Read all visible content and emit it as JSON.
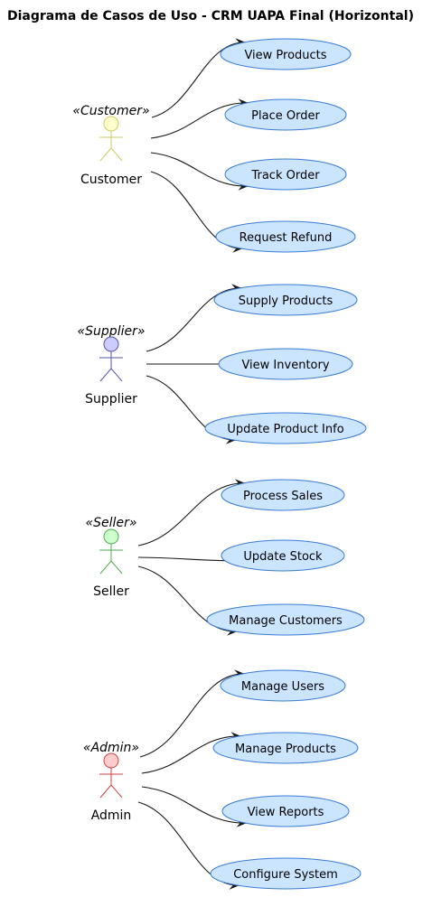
{
  "title": "Diagrama de Casos de Uso - CRM UAPA Final (Horizontal)",
  "actors": [
    {
      "name": "Customer",
      "stereotype": "«Customer»",
      "fill": "#FFFFCC",
      "stroke": "#CCCC66",
      "use_cases": [
        "View Products",
        "Place Order",
        "Track Order",
        "Request Refund"
      ]
    },
    {
      "name": "Supplier",
      "stereotype": "«Supplier»",
      "fill": "#CCCCFF",
      "stroke": "#5555AA",
      "use_cases": [
        "Supply Products",
        "View Inventory",
        "Update Product Info"
      ]
    },
    {
      "name": "Seller",
      "stereotype": "«Seller»",
      "fill": "#CCFFCC",
      "stroke": "#55AA55",
      "use_cases": [
        "Process Sales",
        "Update Stock",
        "Manage Customers"
      ]
    },
    {
      "name": "Admin",
      "stereotype": "«Admin»",
      "fill": "#FFCCCC",
      "stroke": "#CC4444",
      "use_cases": [
        "Manage Users",
        "Manage Products",
        "View Reports",
        "Configure System"
      ]
    }
  ],
  "colors": {
    "use_case_fill": "#CCE5FF",
    "use_case_stroke": "#3A7BD5",
    "edge": "#181818"
  }
}
